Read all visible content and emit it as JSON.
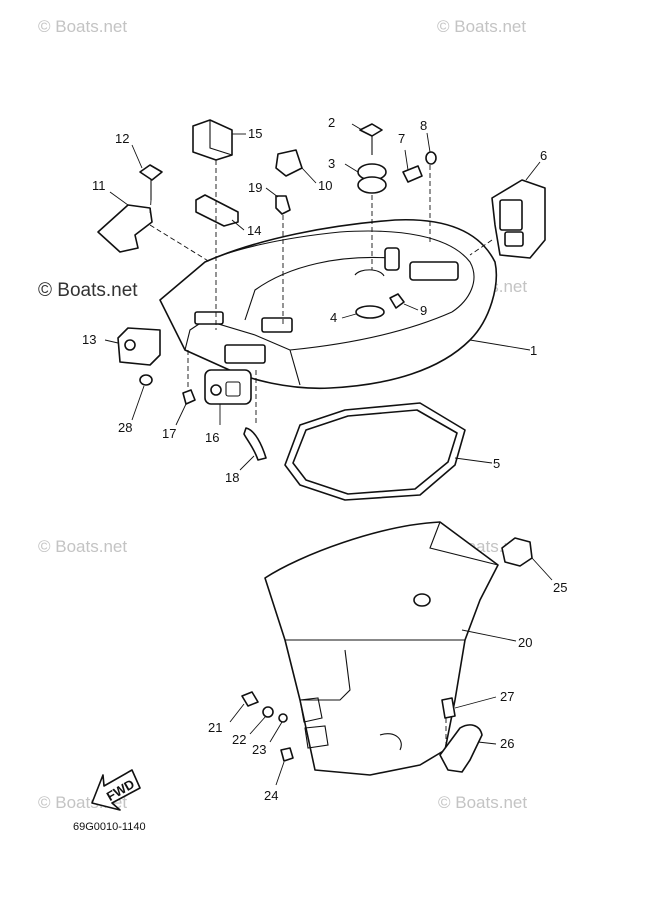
{
  "watermark_text": "© Boats.net",
  "watermark_prominent": "© Boats.net",
  "diagram_code": "69G0010-1140",
  "fwd_label": "FWD",
  "part_labels": [
    "1",
    "2",
    "3",
    "4",
    "5",
    "6",
    "7",
    "8",
    "9",
    "10",
    "11",
    "12",
    "13",
    "14",
    "15",
    "16",
    "17",
    "18",
    "19",
    "20",
    "21",
    "22",
    "23",
    "24",
    "25",
    "26",
    "27",
    "28"
  ]
}
